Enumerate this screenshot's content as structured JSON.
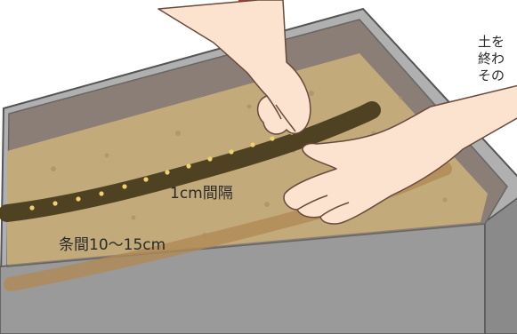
{
  "labels": {
    "seed_spacing": "1cm間隔",
    "row_spacing": "条間10〜15cm"
  },
  "instruction": {
    "lines": [
      "土を",
      "終わ",
      "その"
    ]
  },
  "colors": {
    "accent_badge": "#d9261c",
    "tray_metal": "#9a9a9a",
    "soil": "#c2aa7a",
    "furrow": "#4e4222",
    "seed": "#f0d070",
    "skin": "#fbe3cf"
  },
  "icons": {
    "step_marker": "red-square-badge"
  }
}
